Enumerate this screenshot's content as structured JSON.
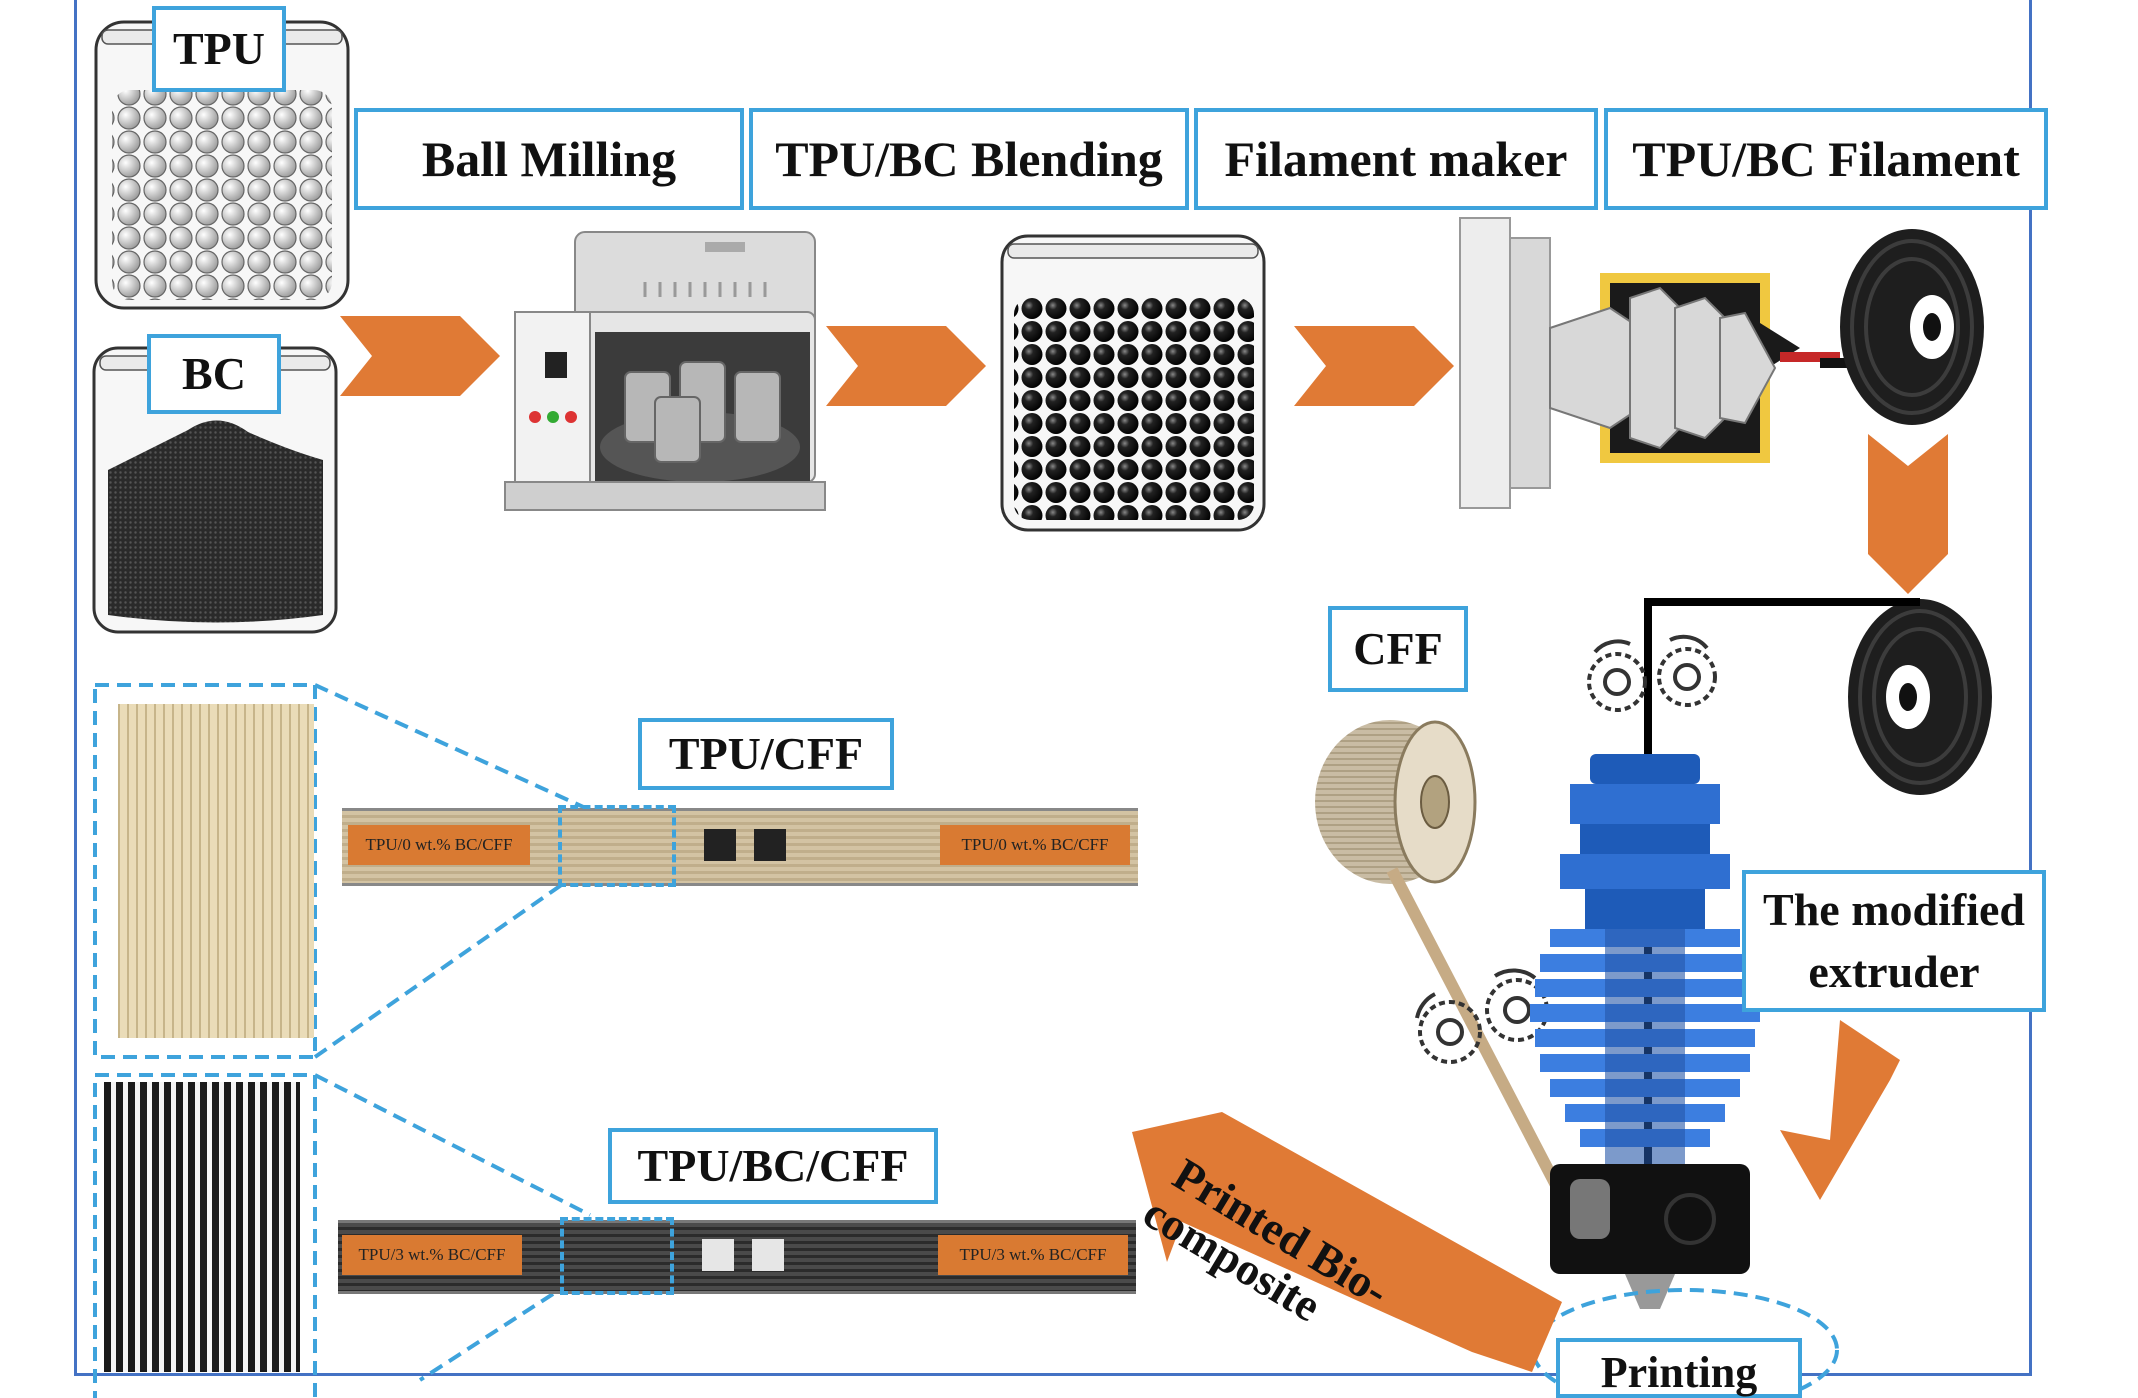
{
  "labels": {
    "tpu": "TPU",
    "bc": "BC",
    "ball_milling": "Ball Milling",
    "blending": "TPU/BC Blending",
    "filament_maker": "Filament maker",
    "filament": "TPU/BC Filament",
    "cff": "CFF",
    "tpu_cff": "TPU/CFF",
    "tpu_bc_cff": "TPU/BC/CFF",
    "modified_extruder_line1": "The modified",
    "modified_extruder_line2": "extruder",
    "printing": "Printing",
    "printed_line1": "Printed Bio-",
    "printed_line2": "composite"
  },
  "specimens": {
    "top_left": "TPU/0 wt.% BC/CFF",
    "top_right": "TPU/0 wt.% BC/CFF",
    "bottom_left": "TPU/3 wt.% BC/CFF",
    "bottom_right": "TPU/3 wt.% BC/CFF"
  },
  "colors": {
    "label_border": "#3ea3dc",
    "arrow": "#e07a35",
    "frame": "#4472c4",
    "extruder_blue": "#2f6fd1"
  },
  "icons": [
    "jar-white-pellets",
    "jar-black-powder",
    "ball-mill-machine",
    "jar-black-pellets",
    "extruder-screw",
    "filament-spool",
    "cff-spool",
    "hotend-extruder",
    "gear-icon"
  ]
}
